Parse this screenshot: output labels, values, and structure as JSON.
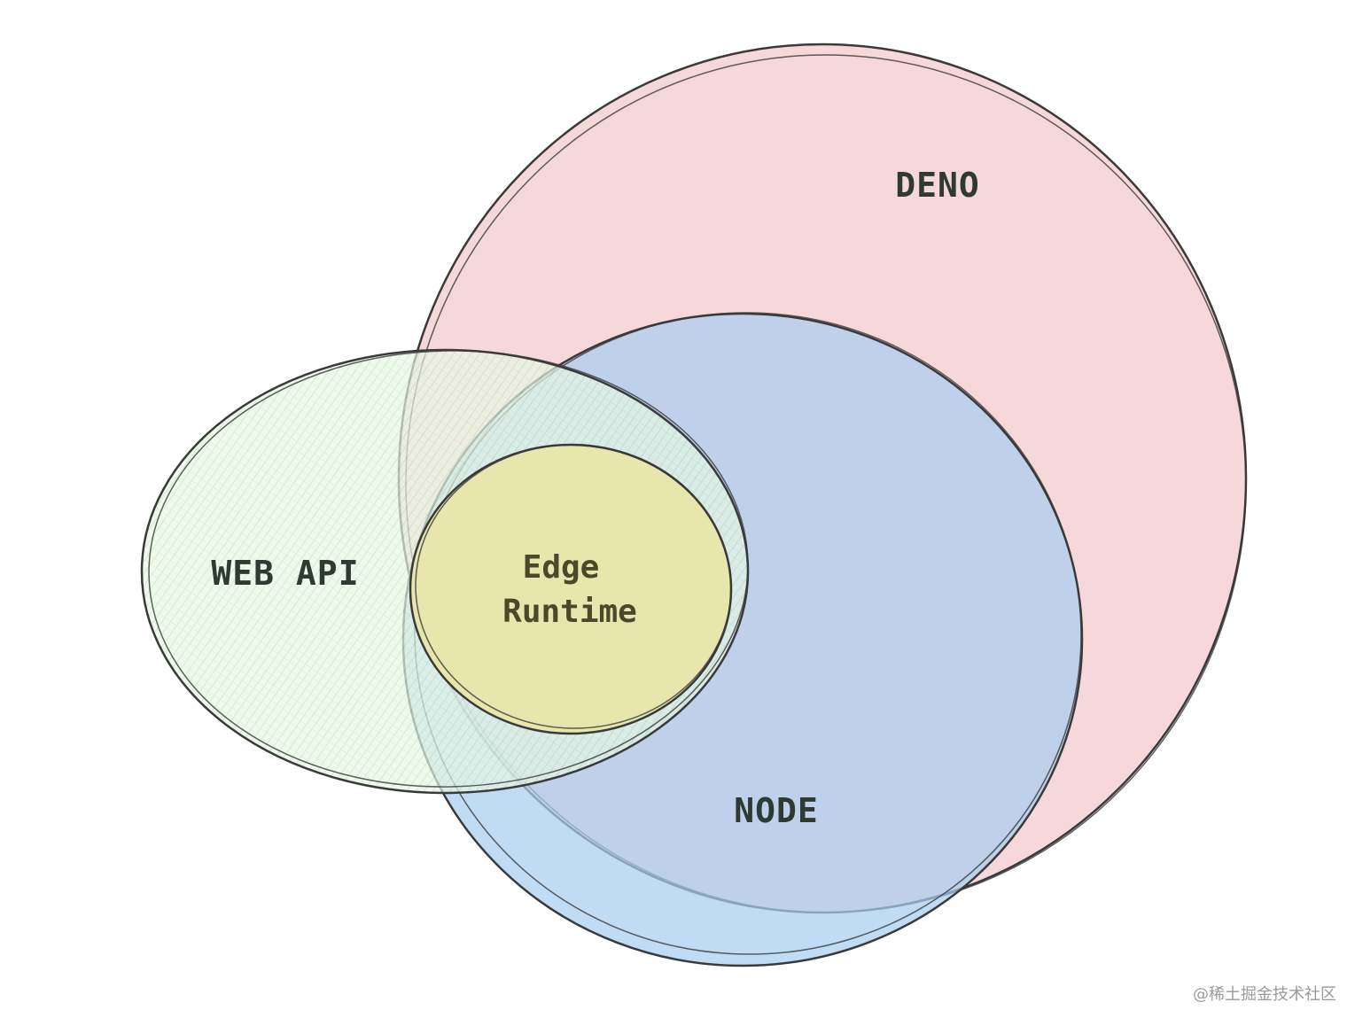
{
  "colors": {
    "deno_fill": "#f7d6d8",
    "node_fill": "#a8cdf0",
    "webapi_fill": "#e2f4df",
    "webapi_hatch": "#a9dba2",
    "edge_fill": "#e6e6ad",
    "stroke": "#3a3a3a"
  },
  "sets": {
    "deno": {
      "label": "DENO"
    },
    "node": {
      "label": "NODE"
    },
    "webapi": {
      "label": "WEB API"
    },
    "edge": {
      "label_line1": "Edge",
      "label_line2": "Runtime"
    }
  },
  "watermark": "@稀土掘金技术社区"
}
